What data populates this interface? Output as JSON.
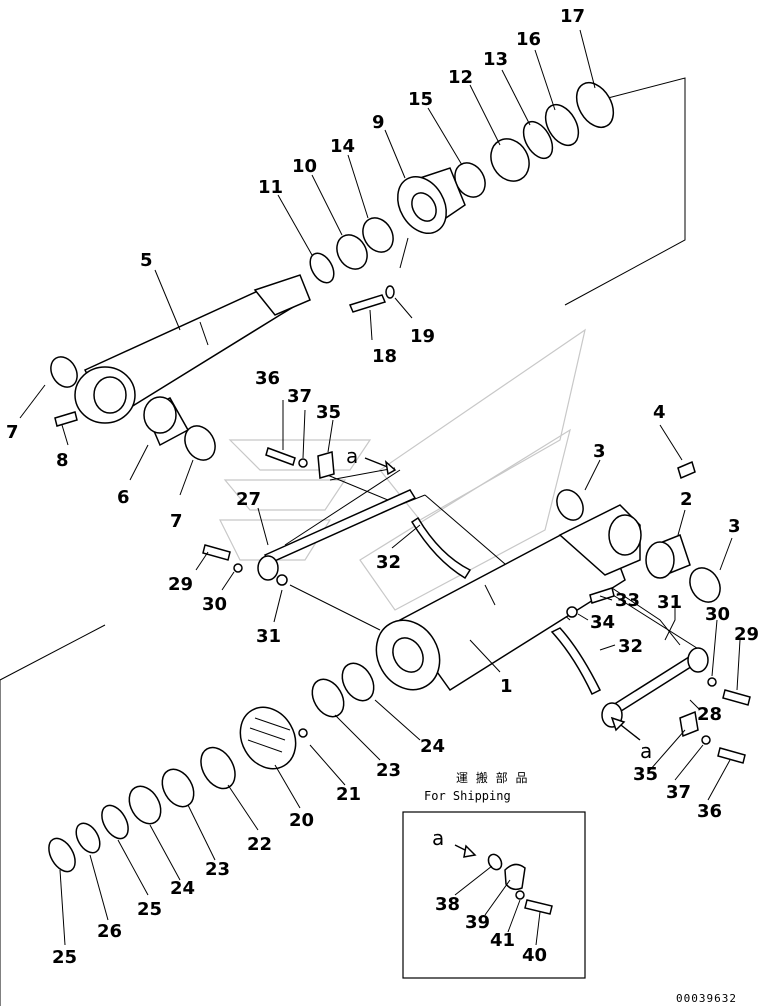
{
  "labels": [
    {
      "id": "17",
      "text": "17"
    },
    {
      "id": "16",
      "text": "16"
    },
    {
      "id": "13",
      "text": "13"
    },
    {
      "id": "12",
      "text": "12"
    },
    {
      "id": "15",
      "text": "15"
    },
    {
      "id": "9",
      "text": "9"
    },
    {
      "id": "14",
      "text": "14"
    },
    {
      "id": "10",
      "text": "10"
    },
    {
      "id": "11",
      "text": "11"
    },
    {
      "id": "5",
      "text": "5"
    },
    {
      "id": "18",
      "text": "18"
    },
    {
      "id": "19",
      "text": "19"
    },
    {
      "id": "7a",
      "text": "7"
    },
    {
      "id": "8",
      "text": "8"
    },
    {
      "id": "6",
      "text": "6"
    },
    {
      "id": "7b",
      "text": "7"
    },
    {
      "id": "36a",
      "text": "36"
    },
    {
      "id": "37a",
      "text": "37"
    },
    {
      "id": "35a",
      "text": "35"
    },
    {
      "id": "4",
      "text": "4"
    },
    {
      "id": "3a",
      "text": "3"
    },
    {
      "id": "2",
      "text": "2"
    },
    {
      "id": "3b",
      "text": "3"
    },
    {
      "id": "27",
      "text": "27"
    },
    {
      "id": "29a",
      "text": "29"
    },
    {
      "id": "30a",
      "text": "30"
    },
    {
      "id": "32a",
      "text": "32"
    },
    {
      "id": "31a",
      "text": "31"
    },
    {
      "id": "33",
      "text": "33"
    },
    {
      "id": "31b",
      "text": "31"
    },
    {
      "id": "30b",
      "text": "30"
    },
    {
      "id": "34",
      "text": "34"
    },
    {
      "id": "29b",
      "text": "29"
    },
    {
      "id": "32b",
      "text": "32"
    },
    {
      "id": "1",
      "text": "1"
    },
    {
      "id": "28",
      "text": "28"
    },
    {
      "id": "24a",
      "text": "24"
    },
    {
      "id": "23a",
      "text": "23"
    },
    {
      "id": "21",
      "text": "21"
    },
    {
      "id": "35b",
      "text": "35"
    },
    {
      "id": "37b",
      "text": "37"
    },
    {
      "id": "36b",
      "text": "36"
    },
    {
      "id": "20",
      "text": "20"
    },
    {
      "id": "22",
      "text": "22"
    },
    {
      "id": "23b",
      "text": "23"
    },
    {
      "id": "24b",
      "text": "24"
    },
    {
      "id": "25a",
      "text": "25"
    },
    {
      "id": "26",
      "text": "26"
    },
    {
      "id": "25b",
      "text": "25"
    },
    {
      "id": "38",
      "text": "38"
    },
    {
      "id": "39",
      "text": "39"
    },
    {
      "id": "41",
      "text": "41"
    },
    {
      "id": "40",
      "text": "40"
    }
  ],
  "shipping_box": {
    "title_jp": "運 搬 部 品",
    "title_en": "For Shipping",
    "marker": "a"
  },
  "marker_a": "a",
  "drawing_code": "00039632"
}
